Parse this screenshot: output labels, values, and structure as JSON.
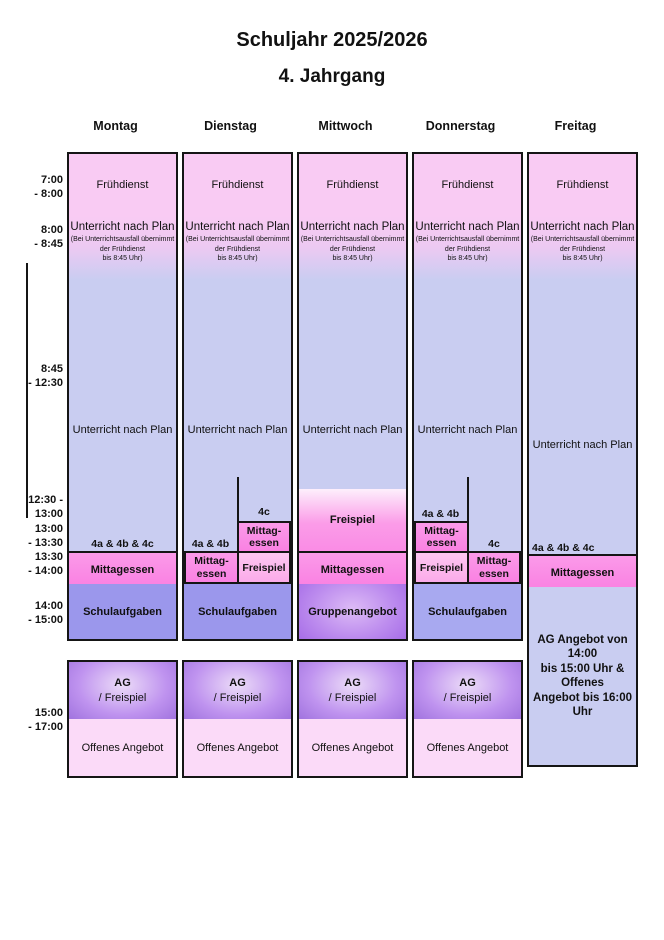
{
  "title": "Schuljahr 2025/2026",
  "subtitle": "4. Jahrgang",
  "days": [
    "Montag",
    "Dienstag",
    "Mittwoch",
    "Donnerstag",
    "Freitag"
  ],
  "times": [
    {
      "l1": "7:00",
      "l2": "- 8:00"
    },
    {
      "l1": "8:00",
      "l2": "- 8:45"
    },
    {
      "l1": "8:45",
      "l2": "- 12:30"
    },
    {
      "l1": "12:30 -",
      "l2": "13:00"
    },
    {
      "l1": "13:00",
      "l2": "- 13:30"
    },
    {
      "l1": "13:30",
      "l2": "- 14:00"
    },
    {
      "l1": "14:00",
      "l2": "- 15:00"
    },
    {
      "l1": "15:00",
      "l2": "- 17:00"
    }
  ],
  "labels": {
    "fruehdienst": "Frühdienst",
    "unterricht": "Unterricht nach Plan",
    "unterricht_note1": "(Bei Unterrichtsausfall übernimmt",
    "unterricht_note2": "der Frühdienst",
    "unterricht_note3": "bis 8:45 Uhr)",
    "mittagessen": "Mittagessen",
    "mittagessen_split1": "Mittag-",
    "mittagessen_split2": "essen",
    "freispiel": "Freispiel",
    "schulaufgaben": "Schulaufgaben",
    "gruppenangebot": "Gruppenangebot",
    "ag": "AG",
    "ag_freispiel": "/ Freispiel",
    "offenes_angebot": "Offenes Angebot",
    "groups_all": "4a & 4b & 4c",
    "groups_ab": "4a & 4b",
    "groups_c": "4c"
  },
  "fri_info": [
    "AG Angebot von 14:00",
    "bis 15:00 Uhr &",
    "Offenes",
    "Angebot bis 16:00 Uhr"
  ],
  "colors": {
    "border": "#151515",
    "fruehdienst_pink": "#f9cbf3",
    "lavender": "#c9cdf1",
    "mittagessen_pink": "#fa81e2",
    "freispiel_pink": "#fbabe9",
    "schulaufgaben_purple": "#9b97ec",
    "schulaufgaben_purple_thu": "#a8a9f0",
    "ag_purple": "#9a6cdb",
    "offenes_pink": "#fbdaf8"
  }
}
